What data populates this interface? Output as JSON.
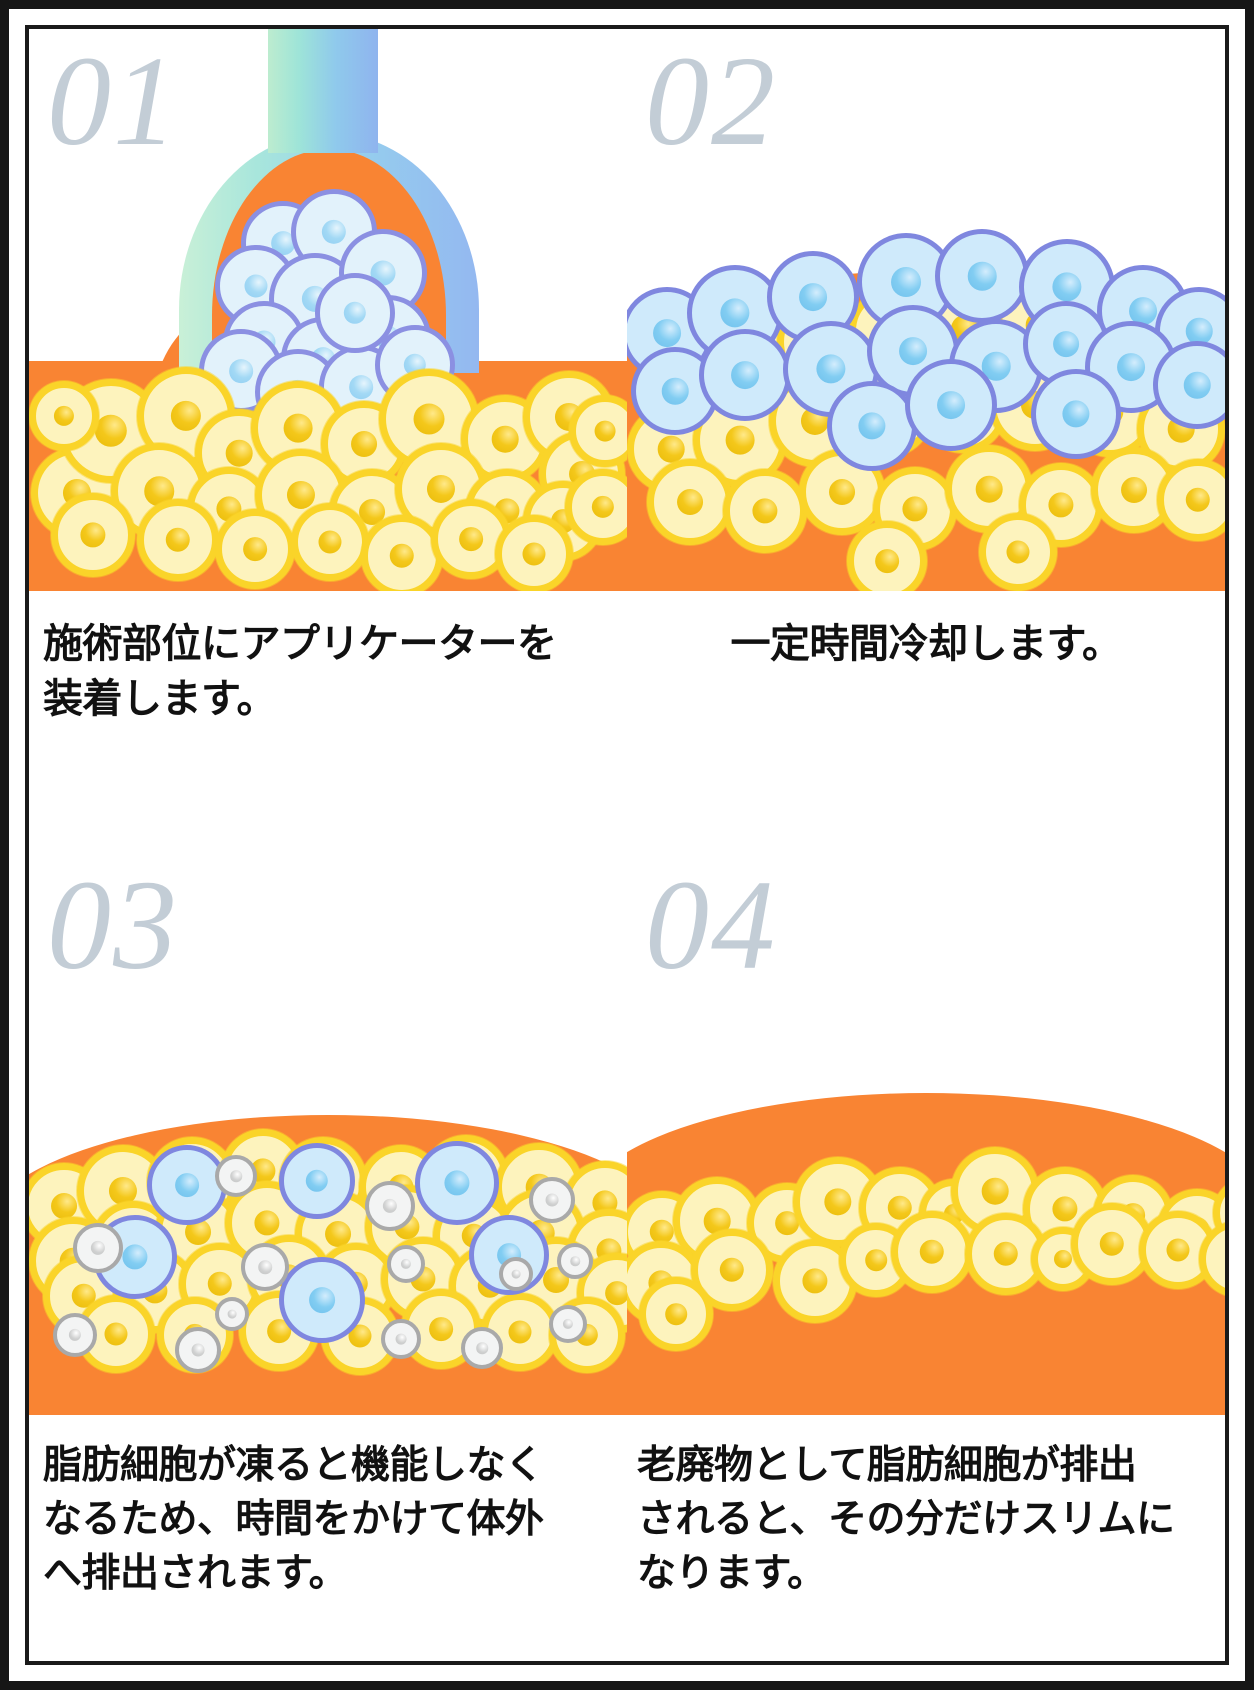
{
  "document": {
    "kind": "infographic",
    "title_visible": false,
    "frame_color": "#161616",
    "background": "#ffffff",
    "accent_colors": {
      "skin_orange": "#f98433",
      "fat_cell_yellow": "#fad429",
      "fat_cell_fill": "#fdf3bd",
      "cooled_cell_blue": "#cfeafb",
      "cooled_cell_outline": "#7f87df",
      "waste_grey": "#a9a9a9",
      "step_number_grey": "#c3cdd6",
      "applicator_gradient_start": "#bdeccf",
      "applicator_gradient_end": "#8fb4ee"
    }
  },
  "panels": [
    {
      "number": "01",
      "caption": "施術部位にアプリケーターを\n装着します。",
      "caption_align": "left",
      "illustration": "applicator-attached-to-treatment-area",
      "elements": [
        "applicator-nozzle",
        "cooled-cells-cluster",
        "fat-cell-layer",
        "skin-tissue"
      ]
    },
    {
      "number": "02",
      "caption": "一定時間冷却します。",
      "caption_align": "center",
      "illustration": "tissue-being-cooled",
      "elements": [
        "cooled-cells-layer",
        "fat-cell-layer",
        "skin-tissue-dome"
      ]
    },
    {
      "number": "03",
      "caption": "脂肪細胞が凍ると機能しなく\nなるため、時間をかけて体外\nへ排出されます。",
      "caption_align": "left",
      "illustration": "frozen-fat-cells-being-eliminated",
      "elements": [
        "frozen-cells",
        "waste-particles",
        "fat-cell-layer",
        "skin-tissue-dome"
      ]
    },
    {
      "number": "04",
      "caption": "老廃物として脂肪細胞が排出\nされると、その分だけスリムに\nなります。",
      "caption_align": "left",
      "illustration": "reduced-fat-layer-slimmer-result",
      "elements": [
        "thin-fat-cell-layer",
        "skin-tissue-dome"
      ]
    }
  ]
}
